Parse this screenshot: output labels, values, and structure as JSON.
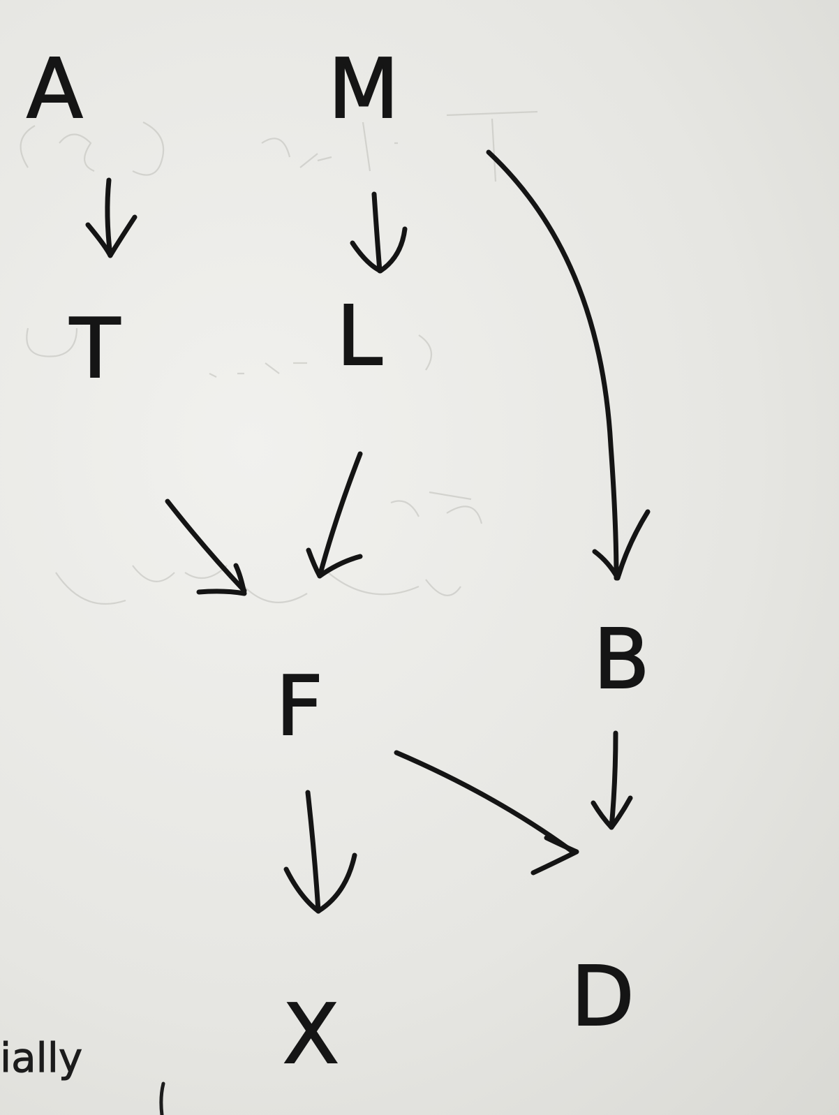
{
  "diagram": {
    "nodes": [
      {
        "id": "A",
        "label": "A"
      },
      {
        "id": "M",
        "label": "M"
      },
      {
        "id": "T",
        "label": "T"
      },
      {
        "id": "L",
        "label": "L"
      },
      {
        "id": "F",
        "label": "F"
      },
      {
        "id": "B",
        "label": "B"
      },
      {
        "id": "X",
        "label": "X"
      },
      {
        "id": "D",
        "label": "D"
      }
    ],
    "edges": [
      {
        "from": "A",
        "to": "T"
      },
      {
        "from": "M",
        "to": "L"
      },
      {
        "from": "M",
        "to": "B"
      },
      {
        "from": "T",
        "to": "F"
      },
      {
        "from": "L",
        "to": "F"
      },
      {
        "from": "B",
        "to": "D"
      },
      {
        "from": "F",
        "to": "D"
      },
      {
        "from": "F",
        "to": "X"
      }
    ],
    "margin_note": "ially",
    "colors": {
      "ink": "#141414",
      "paper": "#e9e9e6",
      "ghost": "#bdbdb8"
    }
  }
}
